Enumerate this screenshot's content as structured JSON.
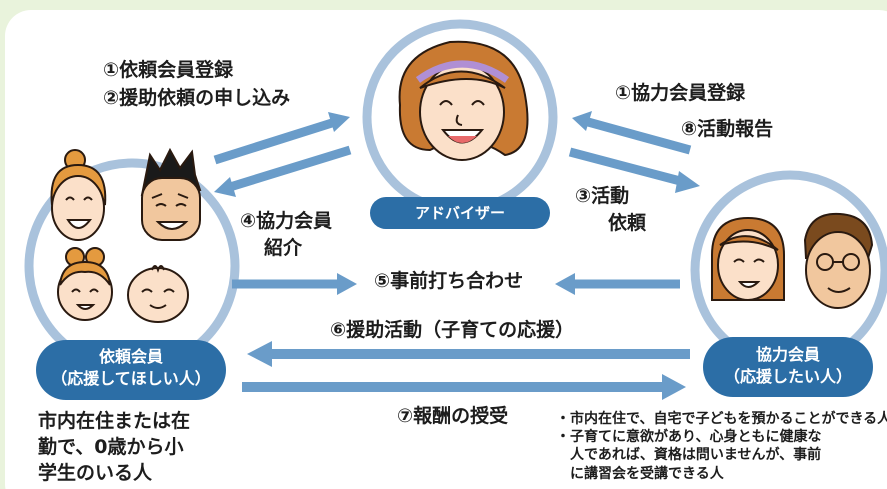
{
  "nodes": {
    "adviser": {
      "label": "アドバイザー"
    },
    "requester": {
      "label_line1": "依頼会員",
      "label_line2": "（応援してほしい人）"
    },
    "helper": {
      "label_line1": "協力会員",
      "label_line2": "（応援したい人）"
    }
  },
  "steps": {
    "s1_request_registration": "①依頼会員登録",
    "s2_support_request": "②援助依頼の申し込み",
    "s1_helper_registration": "①協力会員登録",
    "s8_activity_report": "⑧活動報告",
    "s3_line1": "③活動",
    "s3_line2": "依頼",
    "s4_line1": "④協力会員",
    "s4_line2": "紹介",
    "s5_meeting": "⑤事前打ち合わせ",
    "s6_support": "⑥援助活動（子育ての応援）",
    "s7_payment": "⑦報酬の授受"
  },
  "requester_desc": [
    "市内在住または在",
    "勤で、0歳から小",
    "学生のいる人"
  ],
  "helper_notes": {
    "item1": "市内在住で、自宅で子どもを預かることができる人",
    "item2_lines": [
      "子育てに意欲があり、心身ともに健康な",
      "人であれば、資格は問いませんが、事前",
      "に講習会を受講できる人"
    ]
  },
  "colors": {
    "background": "#e9f3dc",
    "arrow": "#6a9cc9",
    "circle_ring": "#a9c2dc",
    "label_pill": "#2c6ea6"
  }
}
